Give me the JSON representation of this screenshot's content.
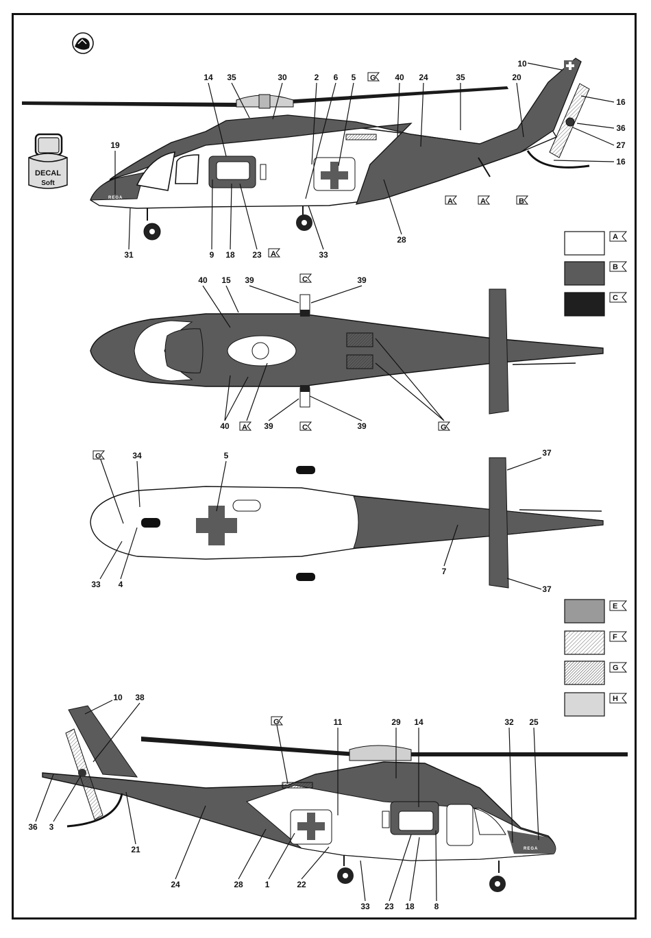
{
  "decal_jar": {
    "line1": "DECAL",
    "line2": "Soft"
  },
  "colors": {
    "A": "#ffffff",
    "B": "#5b5b5b",
    "C": "#1f1f1f",
    "E": "#9a9a9a",
    "F": "hatch-fine",
    "G": "hatch-diagonal",
    "H": "#d8d8d8"
  },
  "legend": [
    "A",
    "B",
    "C",
    "E",
    "F",
    "G",
    "H"
  ],
  "registration": "REGA",
  "views": {
    "side_left": {
      "callouts": [
        "14",
        "35",
        "30",
        "2",
        "6",
        "5",
        "40",
        "24",
        "35",
        "20",
        "10",
        "16",
        "36",
        "27",
        "16",
        "19",
        "31",
        "9",
        "18",
        "23",
        "33",
        "28"
      ],
      "color_flags": [
        "G",
        "A",
        "A",
        "B",
        "A"
      ]
    },
    "top": {
      "callouts": [
        "40",
        "15",
        "39",
        "39",
        "40",
        "39",
        "39"
      ],
      "color_flags": [
        "C",
        "C",
        "A",
        "G"
      ]
    },
    "bottom": {
      "callouts": [
        "34",
        "5",
        "37",
        "33",
        "4",
        "7",
        "37"
      ],
      "color_flags": [
        "G"
      ]
    },
    "side_right": {
      "callouts": [
        "10",
        "38",
        "11",
        "29",
        "14",
        "32",
        "25",
        "36",
        "3",
        "21",
        "24",
        "28",
        "1",
        "22",
        "33",
        "23",
        "18",
        "8"
      ],
      "color_flags": [
        "G"
      ]
    }
  }
}
